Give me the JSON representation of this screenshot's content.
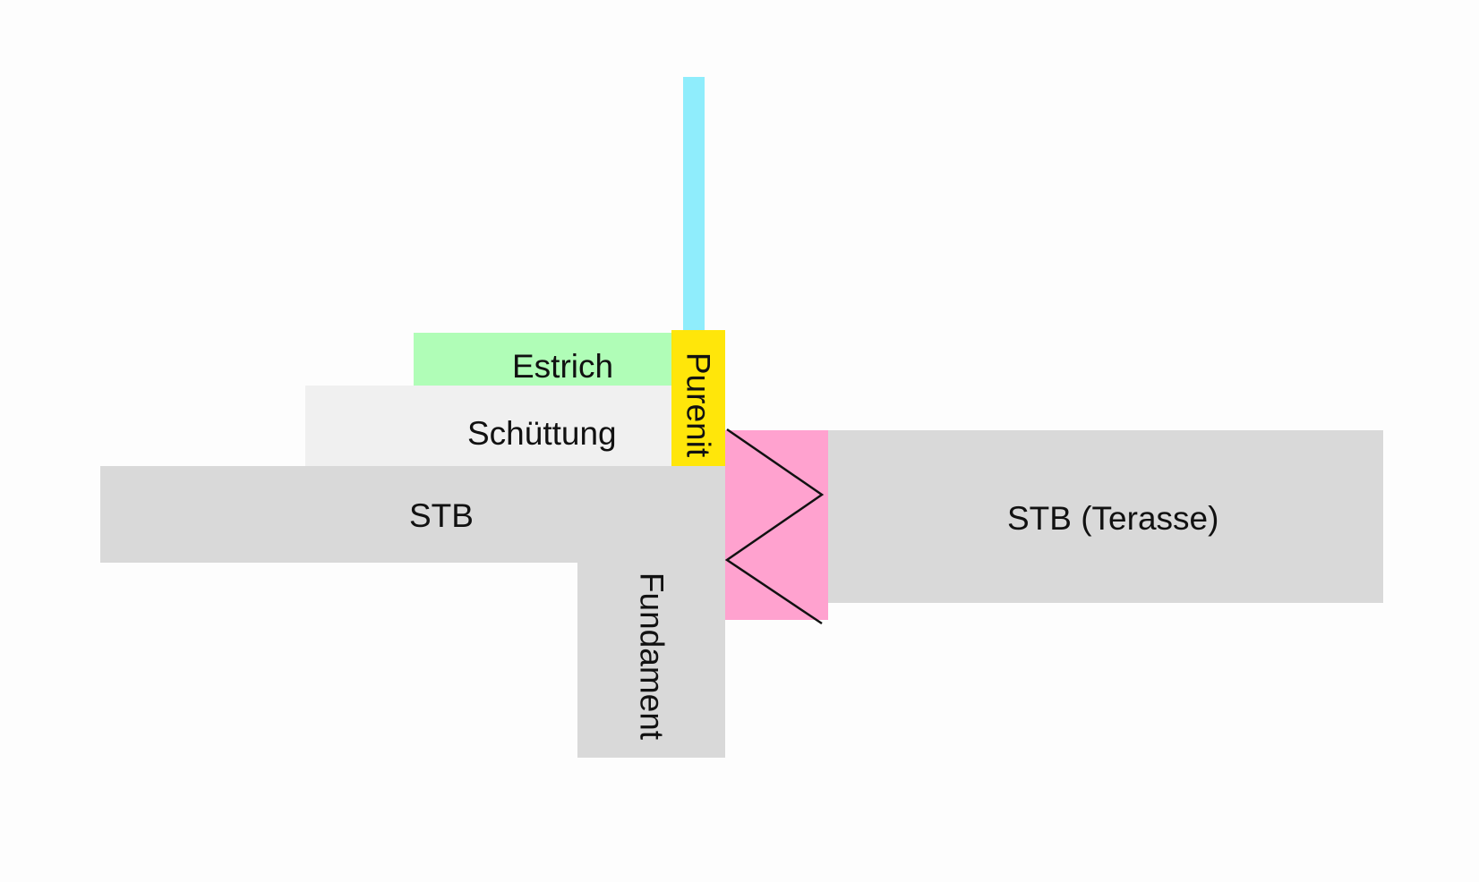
{
  "colors": {
    "glass": "#8fedfc",
    "estrich": "#b0fdb7",
    "schuettung": "#f0f0f0",
    "purenit": "#ffe60a",
    "concrete": "#d9d9d9",
    "insulation": "#ffa2cf",
    "zigzag_line": "#111111"
  },
  "labels": {
    "estrich": "Estrich",
    "schuettung": "Schüttung",
    "purenit": "Purenit",
    "stb": "STB",
    "fundament": "Fundament",
    "stb_terasse": "STB (Terasse)"
  }
}
